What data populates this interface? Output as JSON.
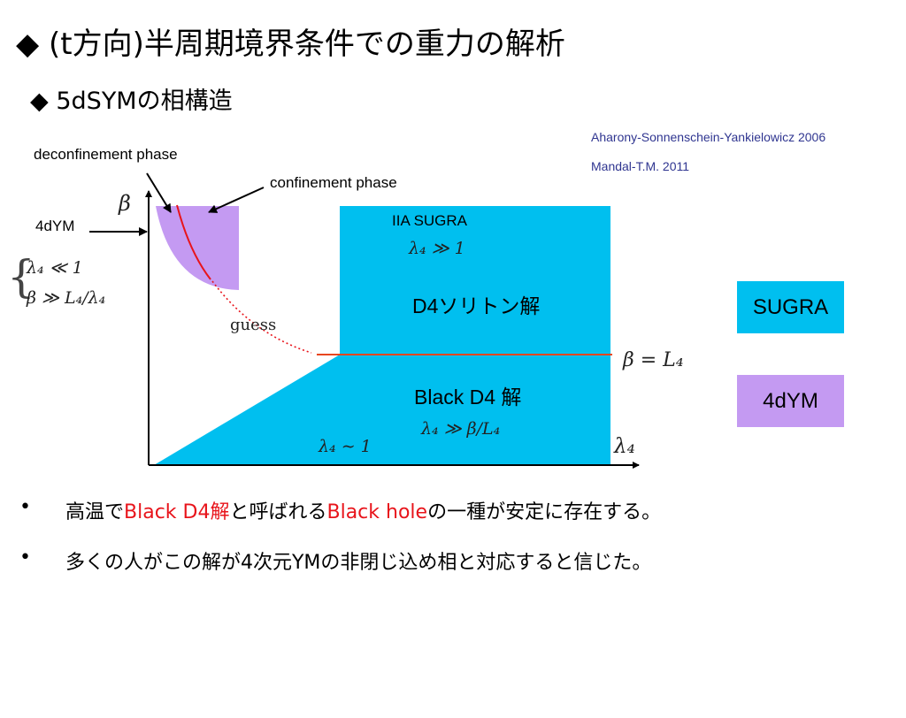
{
  "title": {
    "marker": "◆",
    "text": "(t方向)半周期境界条件での重力の解析"
  },
  "subtitle": {
    "marker": "◆",
    "text": "5dSYMの相構造"
  },
  "references": [
    "Aharony-Sonnenschein-Yankielowicz 2006",
    "Mandal-T.M. 2011"
  ],
  "diagram": {
    "label_deconfinement": "deconfinement phase",
    "label_confinement": "confinement phase",
    "label_4dym": "4dYM",
    "condition_brace": "{",
    "condition_1": "λ₄ ≪ 1",
    "condition_2": "β ≫ L₄/λ₄",
    "axis_y": "β",
    "axis_x": "λ₄",
    "guess": "guess",
    "iia_sugra": "IIA SUGRA",
    "iia_cond": "λ₄ ≫ 1",
    "d4_soliton": "D4ソリトン解",
    "black_d4": "Black D4 解",
    "black_cond": "λ₄ ≫ β/L₄",
    "lower_cond": "λ₄ ∼ 1",
    "boundary": "β = L₄",
    "colors": {
      "sugra": "#00bfef",
      "ym": "#c49af2",
      "boundary_line": "#e8461f",
      "curve": "#e8141b"
    }
  },
  "legend": {
    "sugra": "SUGRA",
    "ym": "4dYM"
  },
  "bullets": [
    {
      "marker": "•",
      "p1": "高温で",
      "p2": "Black D4解",
      "p3": "と呼ばれる",
      "p4": "Black hole",
      "p5": "の一種が安定に存在する。"
    },
    {
      "marker": "•",
      "text": "多くの人がこの解が4次元YMの非閉じ込め相と対応すると信じた。"
    }
  ]
}
